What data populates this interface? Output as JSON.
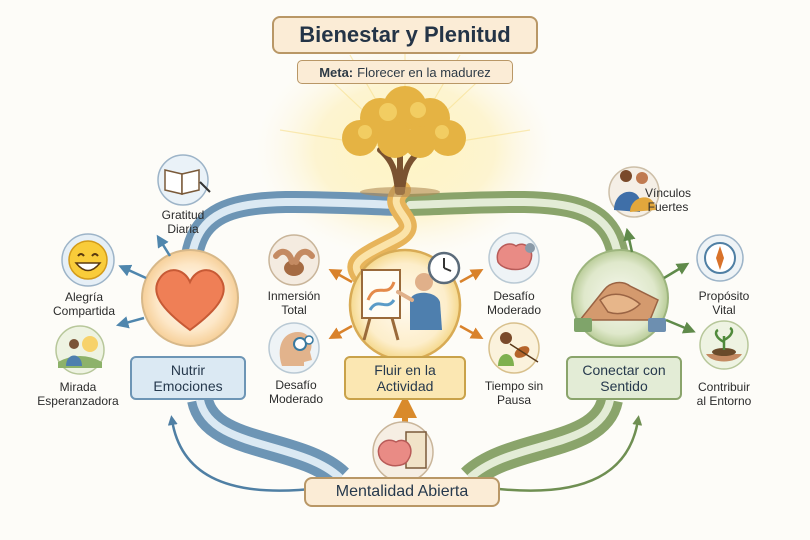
{
  "header": {
    "title": "Bienestar y Plenitud",
    "meta_label": "Meta:",
    "meta_text": "Florecer en la madurez"
  },
  "nodes": {
    "left": "Nutrir Emociones",
    "middle": "Fluir en la Actividad",
    "right": "Conectar con Sentido",
    "bottom": "Mentalidad Abierta"
  },
  "left_items": {
    "gratitud": "Gratitud\nDiaria",
    "alegria": "Alegría\nCompartida",
    "mirada": "Mirada\nEsperanzadora"
  },
  "middle_items": {
    "inmersion": "Inmersión\nTotal",
    "desafio_left": "Desafío\nModerado",
    "desafio_right": "Desafío\nModerado",
    "tiempo": "Tiempo sin\nPausa"
  },
  "right_items": {
    "vinculos": "Vínculos\nFuertes",
    "proposito": "Propósito\nVital",
    "contribuir": "Contribuir\nal Entorno"
  },
  "colors": {
    "blue": "#6d95b5",
    "gold": "#d9a53b",
    "green": "#8aa46b",
    "tan": "#b99766"
  },
  "icons": [
    "book-icon",
    "laughing-face-icon",
    "person-sunrise-icon",
    "heart-icon",
    "tree-icon",
    "painter-icon",
    "clock-icon",
    "clay-hands-icon",
    "head-gears-icon",
    "brain-gears-icon",
    "violinist-icon",
    "hug-icon",
    "compass-icon",
    "plant-hands-icon",
    "handshake-icon",
    "brain-door-icon"
  ]
}
